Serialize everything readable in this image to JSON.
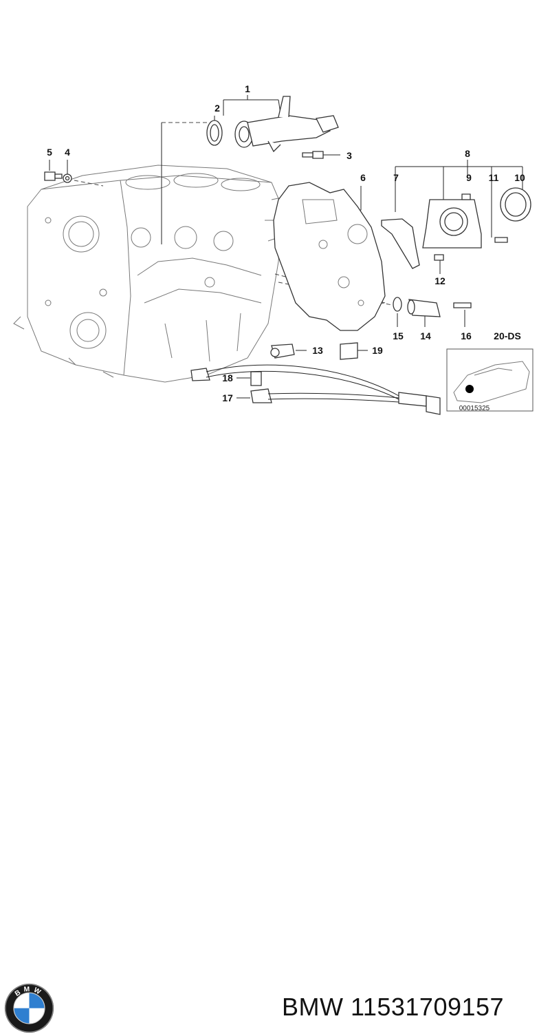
{
  "diagram": {
    "callouts": {
      "c1": "1",
      "c2": "2",
      "c3": "3",
      "c4": "4",
      "c5": "5",
      "c6": "6",
      "c7": "7",
      "c8": "8",
      "c9": "9",
      "c10": "10",
      "c11": "11",
      "c12": "12",
      "c13": "13",
      "c14": "14",
      "c15": "15",
      "c16": "16",
      "c17": "17",
      "c18": "18",
      "c19": "19"
    },
    "model_code": "20-DS",
    "inset_code": "00015325"
  },
  "footer": {
    "brand": "BMW",
    "part_number": "11531709157",
    "logo_letters": "BMW"
  },
  "colors": {
    "logo_blue": "#2f7fd0",
    "logo_ring": "#1a1a1a",
    "line": "#333333"
  }
}
